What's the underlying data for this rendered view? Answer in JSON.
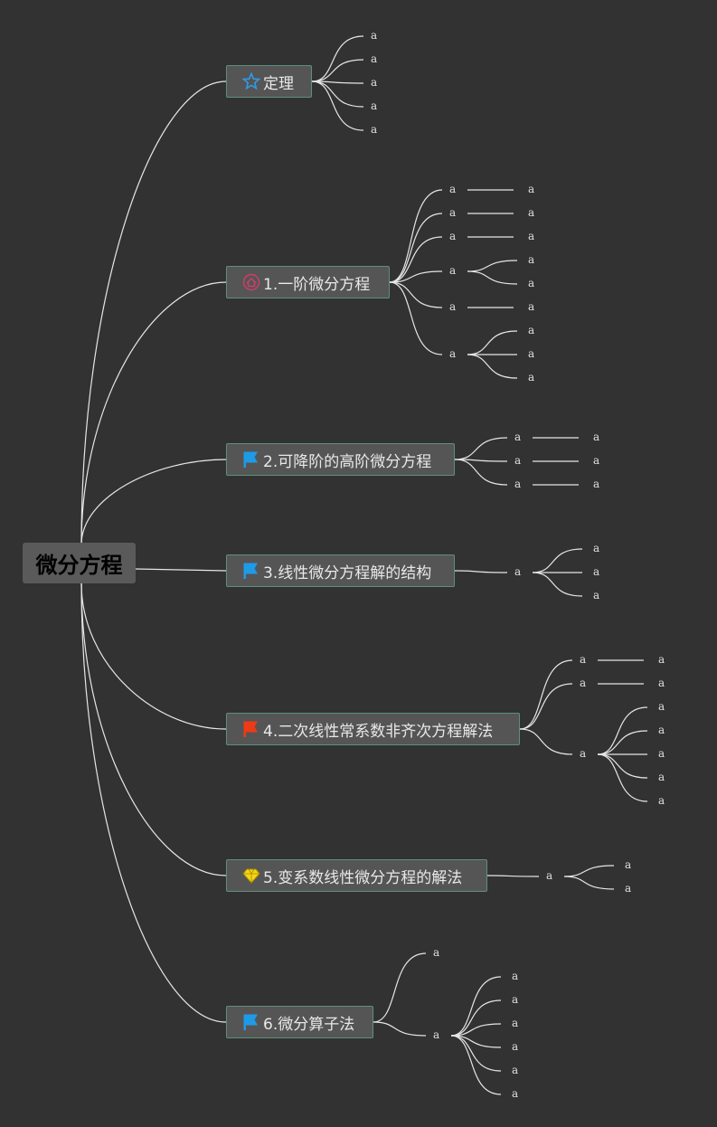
{
  "root": {
    "label": "微分方程"
  },
  "topics": [
    {
      "label": "定理",
      "icon": "star-icon",
      "icon_color": "#2f9be6",
      "children": [
        {
          "label": "a"
        },
        {
          "label": "a"
        },
        {
          "label": "a"
        },
        {
          "label": "a"
        },
        {
          "label": "a"
        }
      ]
    },
    {
      "label": "1.一阶微分方程",
      "icon": "home-icon",
      "icon_color": "#d23c6a",
      "children": [
        {
          "label": "a",
          "children": [
            {
              "label": "a"
            }
          ]
        },
        {
          "label": "a",
          "children": [
            {
              "label": "a"
            }
          ]
        },
        {
          "label": "a",
          "children": [
            {
              "label": "a"
            }
          ]
        },
        {
          "label": "a",
          "children": [
            {
              "label": "a"
            },
            {
              "label": "a"
            }
          ]
        },
        {
          "label": "a",
          "children": [
            {
              "label": "a"
            }
          ]
        },
        {
          "label": "a",
          "children": [
            {
              "label": "a"
            },
            {
              "label": "a"
            },
            {
              "label": "a"
            }
          ]
        }
      ]
    },
    {
      "label": "2.可降阶的高阶微分方程",
      "icon": "blue-flag-icon",
      "icon_color": "#1e9be8",
      "children": [
        {
          "label": "a",
          "children": [
            {
              "label": "a"
            }
          ]
        },
        {
          "label": "a",
          "children": [
            {
              "label": "a"
            }
          ]
        },
        {
          "label": "a",
          "children": [
            {
              "label": "a"
            }
          ]
        }
      ]
    },
    {
      "label": "3.线性微分方程解的结构",
      "icon": "blue-flag-icon",
      "icon_color": "#1e9be8",
      "children": [
        {
          "label": "a",
          "children": [
            {
              "label": "a"
            },
            {
              "label": "a"
            },
            {
              "label": "a"
            }
          ]
        }
      ]
    },
    {
      "label": "4.二次线性常系数非齐次方程解法",
      "icon": "red-flag-icon",
      "icon_color": "#f03a17",
      "children": [
        {
          "label": "a",
          "children": [
            {
              "label": "a"
            }
          ]
        },
        {
          "label": "a",
          "children": [
            {
              "label": "a"
            }
          ]
        },
        {
          "label": "a",
          "children": [
            {
              "label": "a"
            },
            {
              "label": "a"
            },
            {
              "label": "a"
            },
            {
              "label": "a"
            },
            {
              "label": "a"
            }
          ]
        }
      ]
    },
    {
      "label": "5.变系数线性微分方程的解法",
      "icon": "diamond-icon",
      "icon_color": "#f5d515",
      "children": [
        {
          "label": "a",
          "children": [
            {
              "label": "a"
            },
            {
              "label": "a"
            }
          ]
        }
      ]
    },
    {
      "label": "6.微分算子法",
      "icon": "blue-flag-icon",
      "icon_color": "#1e9be8",
      "children": [
        {
          "label": "a"
        },
        {
          "label": "a",
          "children": [
            {
              "label": "a"
            },
            {
              "label": "a"
            },
            {
              "label": "a"
            },
            {
              "label": "a"
            },
            {
              "label": "a"
            },
            {
              "label": "a"
            }
          ]
        }
      ]
    }
  ]
}
